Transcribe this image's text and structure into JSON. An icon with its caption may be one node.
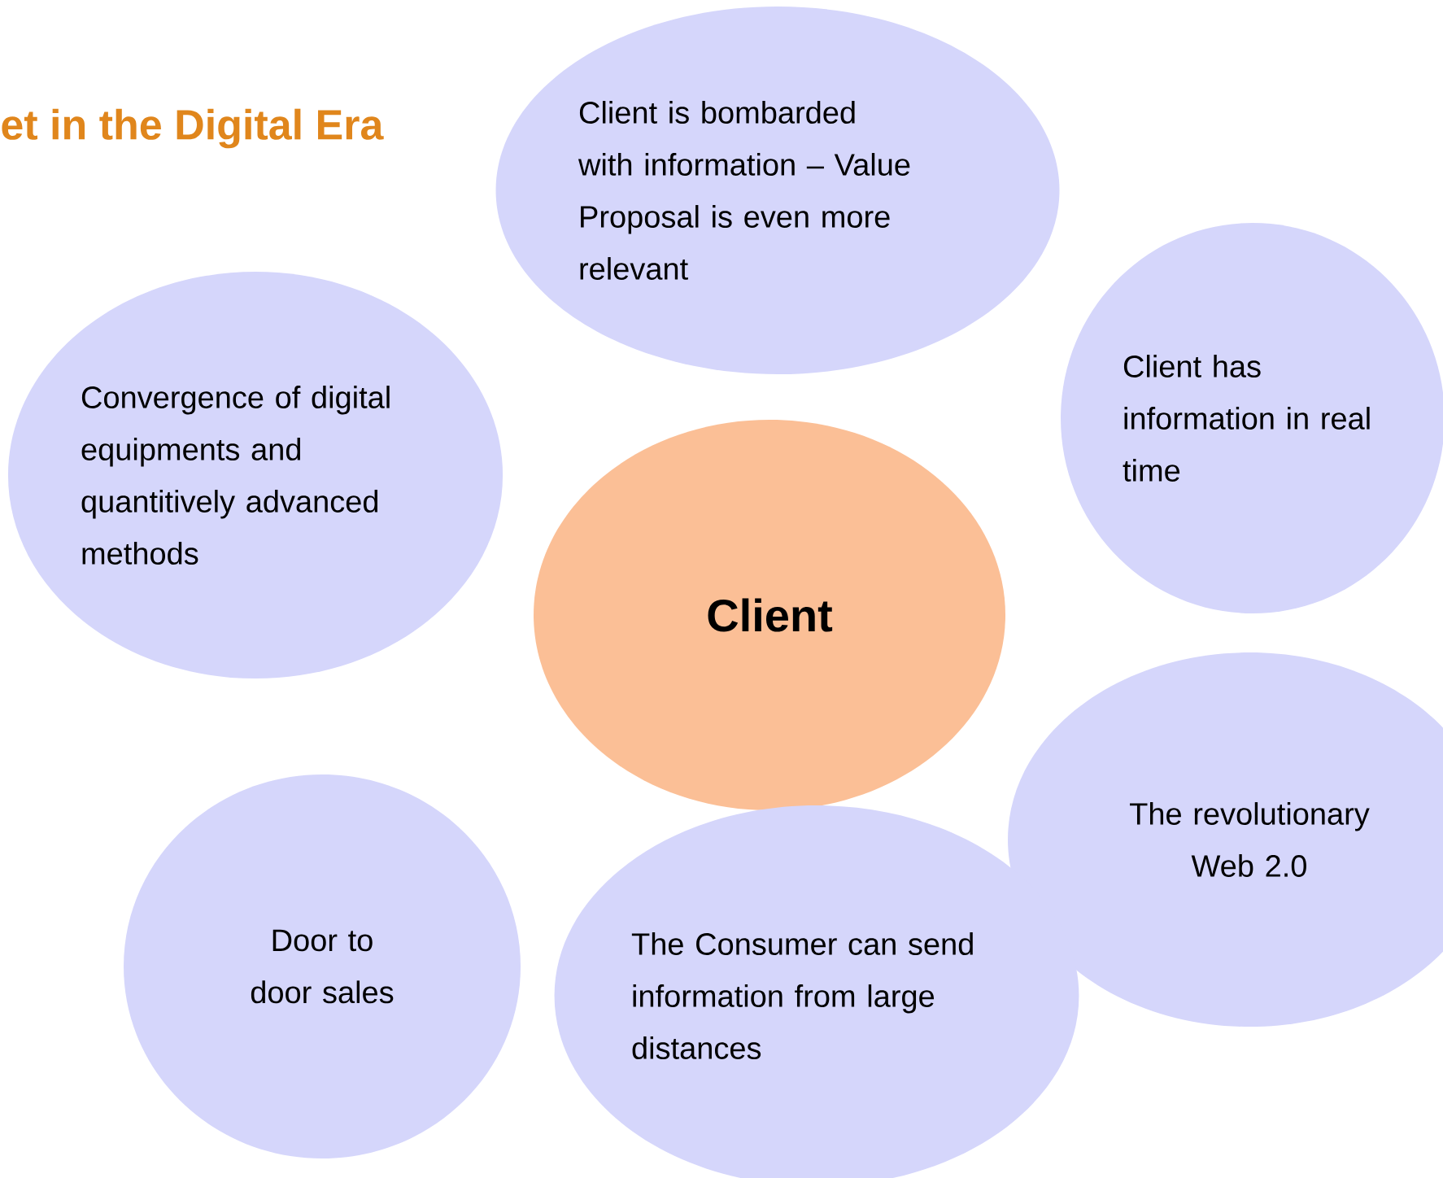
{
  "diagram": {
    "title": "et in the Digital Era",
    "nodes": [
      {
        "text": [
          "Client is bombarded with information – Value Proposal is even more relevant"
        ]
      },
      {
        "text": [
          "Convergence of digital equipments and quantitively advanced methods"
        ]
      },
      {
        "text": [
          "Client has information in real time"
        ]
      },
      {
        "text": [
          "Client"
        ]
      },
      {
        "text": [
          "The revolutionary Web 2.0"
        ]
      },
      {
        "text": [
          "Door to door sales"
        ]
      },
      {
        "text": [
          "The Consumer can send information from large distances"
        ]
      }
    ],
    "edges": []
  }
}
